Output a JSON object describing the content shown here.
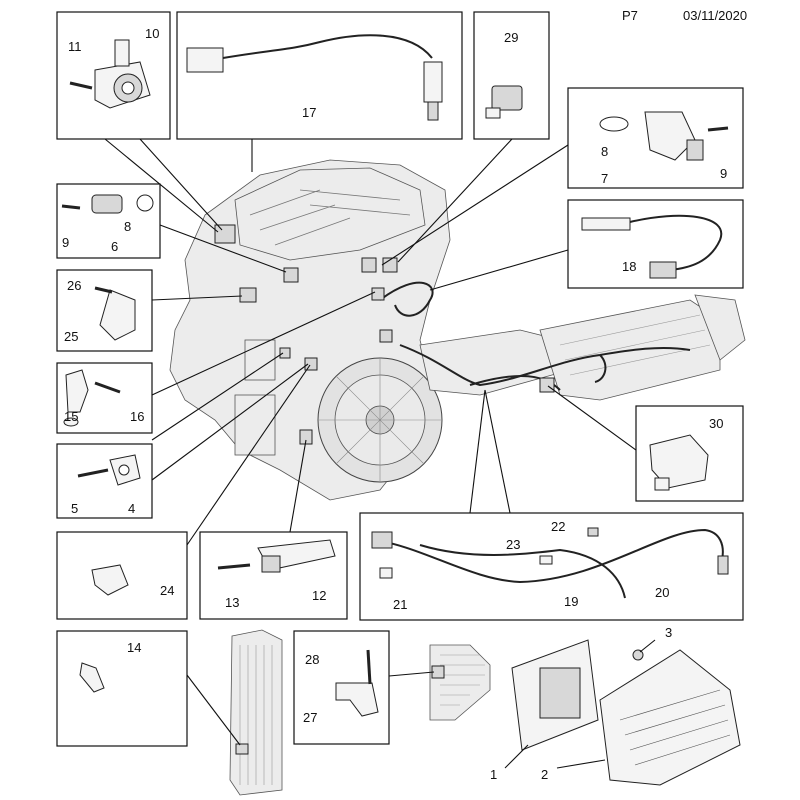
{
  "header": {
    "page": "P7",
    "date": "03/11/2020"
  },
  "callouts": {
    "n1": "1",
    "n2": "2",
    "n3": "3",
    "n4": "4",
    "n5": "5",
    "n6": "6",
    "n7": "7",
    "n8a": "8",
    "n8b": "8",
    "n9a": "9",
    "n9b": "9",
    "n10": "10",
    "n11": "11",
    "n12": "12",
    "n13": "13",
    "n14": "14",
    "n15": "15",
    "n16": "16",
    "n17": "17",
    "n18": "18",
    "n19": "19",
    "n20": "20",
    "n21": "21",
    "n22": "22",
    "n23": "23",
    "n24": "24",
    "n25": "25",
    "n26": "26",
    "n27": "27",
    "n28": "28",
    "n29": "29",
    "n30": "30"
  }
}
